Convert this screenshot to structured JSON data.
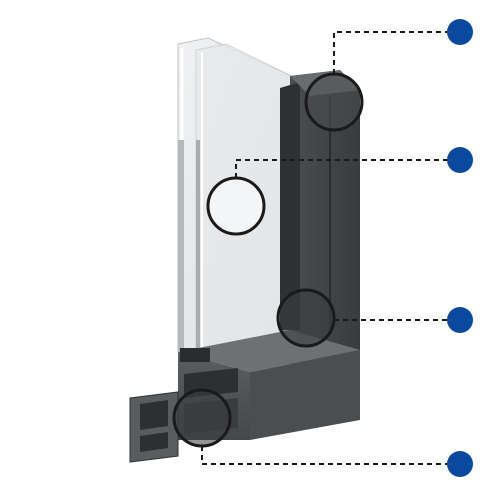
{
  "diagram": {
    "subject": "aluminium-window-frame-corner-section",
    "colors": {
      "frame_dark": "#3f4245",
      "frame_mid": "#55585b",
      "frame_light": "#6b6e71",
      "glass": "#e4e6e7",
      "glass_edge": "#c9ccce",
      "callout_line": "#1a1a1a",
      "marker": "#0a4a9e",
      "lens_ring": "#1a1a1a"
    },
    "callouts": [
      {
        "id": "top-right-glazing-bead",
        "label": ""
      },
      {
        "id": "insulated-glass-unit",
        "label": ""
      },
      {
        "id": "inner-frame-gasket",
        "label": ""
      },
      {
        "id": "thermal-break-profile",
        "label": ""
      }
    ]
  }
}
